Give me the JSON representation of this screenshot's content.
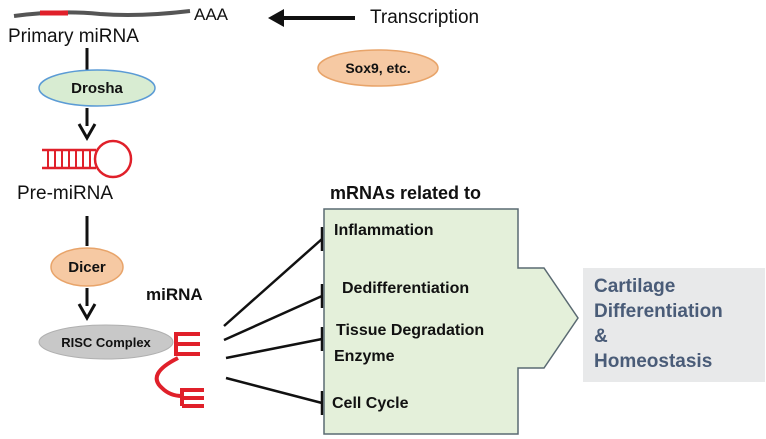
{
  "primary_mirna": {
    "tail": "AAA",
    "label": "Primary miRNA"
  },
  "transcription": {
    "label": "Transcription",
    "factor": "Sox9, etc."
  },
  "drosha": {
    "label": "Drosha"
  },
  "pre_mirna": {
    "label": "Pre-miRNA"
  },
  "dicer": {
    "label": "Dicer"
  },
  "risc": {
    "label": "RISC Complex"
  },
  "mirna": {
    "label": "miRNA"
  },
  "mrnas": {
    "heading": "mRNAs related to",
    "targets": [
      "Inflammation",
      "Dedifferentiation",
      "Tissue Degradation",
      "Enzyme",
      "Cell Cycle"
    ]
  },
  "outcome": {
    "lines": [
      "Cartilage",
      "Differentiation",
      "&",
      "Homeostasis"
    ]
  },
  "colors": {
    "drosha_fill": "#d8ecd2",
    "drosha_stroke": "#5b9bd5",
    "orange_fill": "#f6c9a3",
    "orange_stroke": "#e8a46a",
    "risc_fill": "#c8c8c8",
    "box_fill": "#e4f0da",
    "mirna_red": "#e0202a",
    "outcome_bg": "#e8e9ea",
    "outcome_text": "#4a5c78"
  }
}
